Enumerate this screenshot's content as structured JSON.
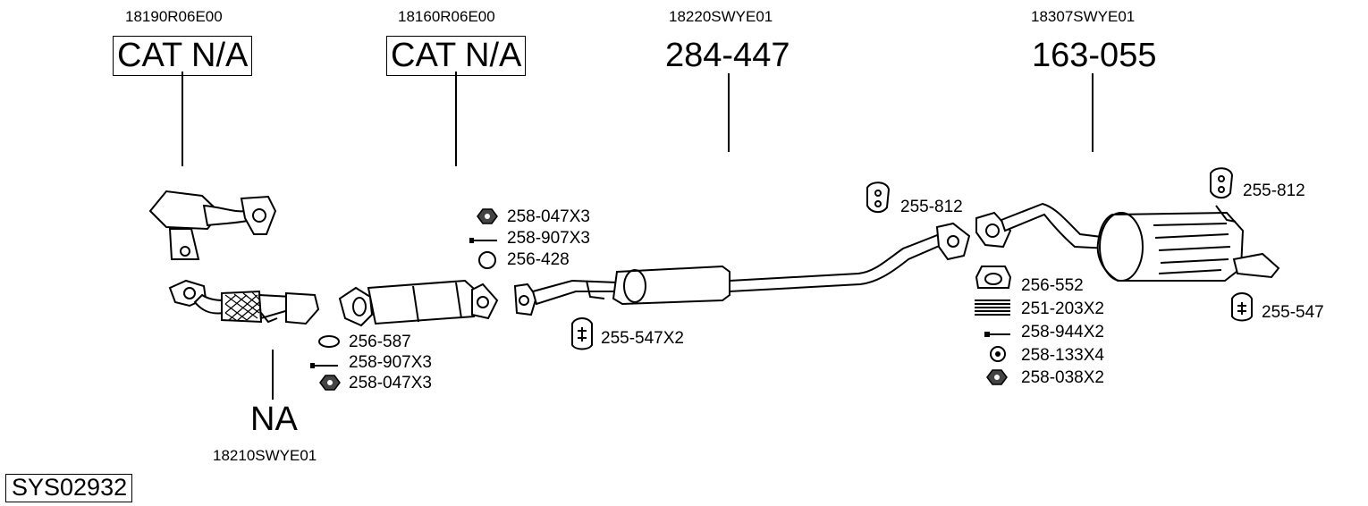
{
  "system_id": "SYS02932",
  "sections": {
    "front_cat": {
      "oem": "18190R06E00",
      "part": "CAT N/A"
    },
    "second_cat": {
      "oem": "18160R06E00",
      "part": "CAT N/A"
    },
    "mid_pipe": {
      "oem": "18220SWYE01",
      "part": "284-447"
    },
    "rear_box": {
      "oem": "18307SWYE01",
      "part": "163-055"
    },
    "front_pipe": {
      "oem": "18210SWYE01",
      "part": "NA"
    }
  },
  "fittings": {
    "front_pipe": [
      "256-587",
      "258-907X3",
      "258-047X3"
    ],
    "second_cat": [
      "258-047X3",
      "258-907X3",
      "256-428"
    ],
    "mid_hanger": "255-547X2",
    "mid_rubber": "255-812",
    "rear_top_rubber": "255-812",
    "rear_side_rubber": "255-547",
    "rear_joint": [
      "256-552",
      "251-203X2",
      "258-944X2",
      "258-133X4",
      "258-038X2"
    ]
  },
  "icons": {
    "nut": "hex-nut-icon",
    "bolt": "bolt-icon",
    "gasket": "gasket-ring-icon",
    "spring": "spring-icon",
    "washer": "washer-icon",
    "rubber_hanger": "rubber-hanger-icon",
    "mounting_rubber": "mounting-rubber-icon",
    "seal_cone": "cone-seal-icon"
  }
}
